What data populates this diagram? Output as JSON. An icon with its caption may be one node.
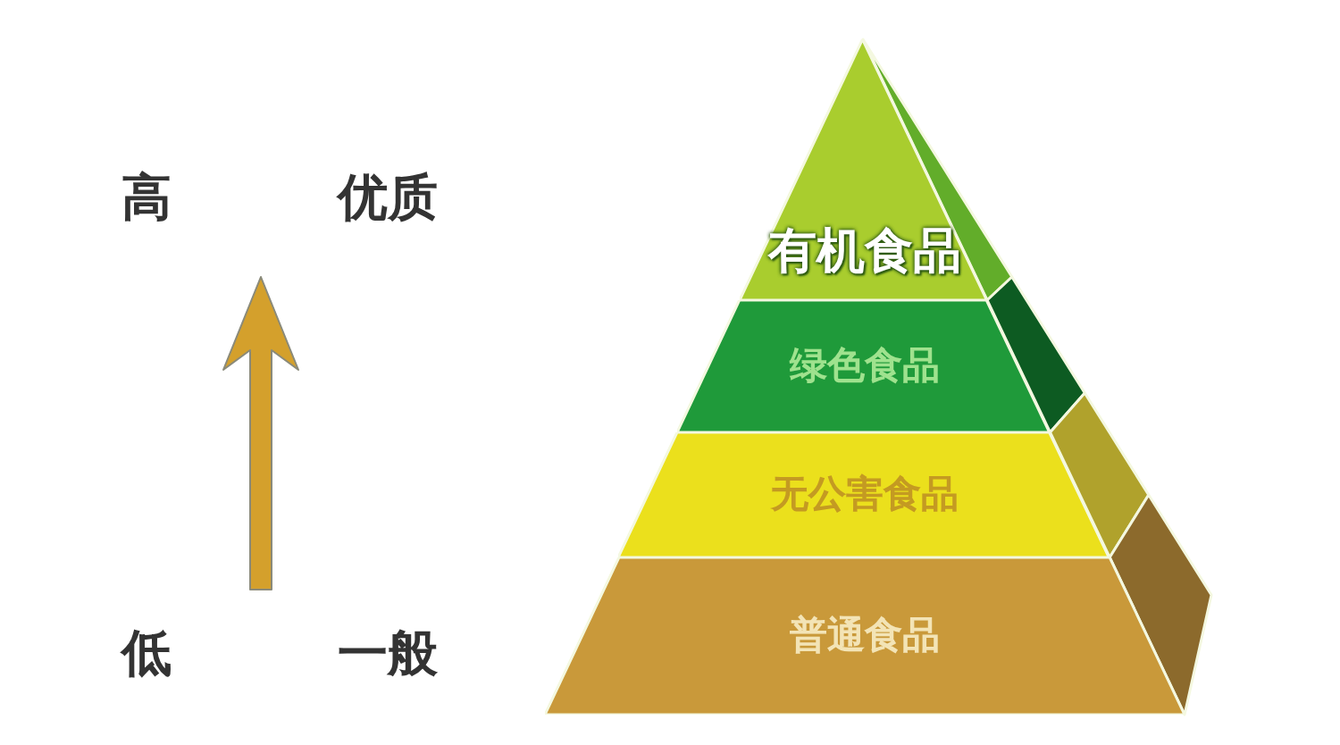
{
  "diagram": {
    "nodes": [
      {
        "text": [
          "有机食品"
        ]
      },
      {
        "text": [
          "绿色食品"
        ]
      },
      {
        "text": [
          "无公害食品"
        ]
      },
      {
        "text": [
          "普通食品"
        ]
      }
    ],
    "labels": [
      "高",
      "优质",
      "低",
      "一般"
    ]
  }
}
